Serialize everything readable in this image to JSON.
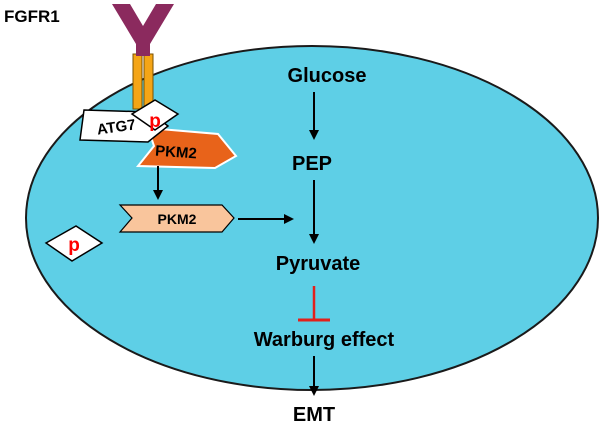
{
  "labels": {
    "fgfr1": "FGFR1",
    "glucose": "Glucose",
    "pep": "PEP",
    "pyruvate": "Pyruvate",
    "warburg": "Warburg effect",
    "emt": "EMT",
    "atg7": "ATG7",
    "pkm2_active": "PKM2",
    "pkm2_inactive": "PKM2",
    "phospho_bound": "p",
    "phospho_free": "p"
  },
  "colors": {
    "cell_fill": "#5ecfe6",
    "cell_stroke": "#1a1a1a",
    "receptor_head": "#8b2a5e",
    "receptor_stem": "#f5a516",
    "pkm2_active": "#e8631a",
    "pkm2_inactive": "#f9c59c",
    "phospho_text": "#ff0000",
    "inhibit": "#e2211c",
    "arrow": "#000000"
  },
  "icons": {
    "receptor": "y-shaped-receptor-icon",
    "phospho_tag": "diamond-tag-icon"
  }
}
